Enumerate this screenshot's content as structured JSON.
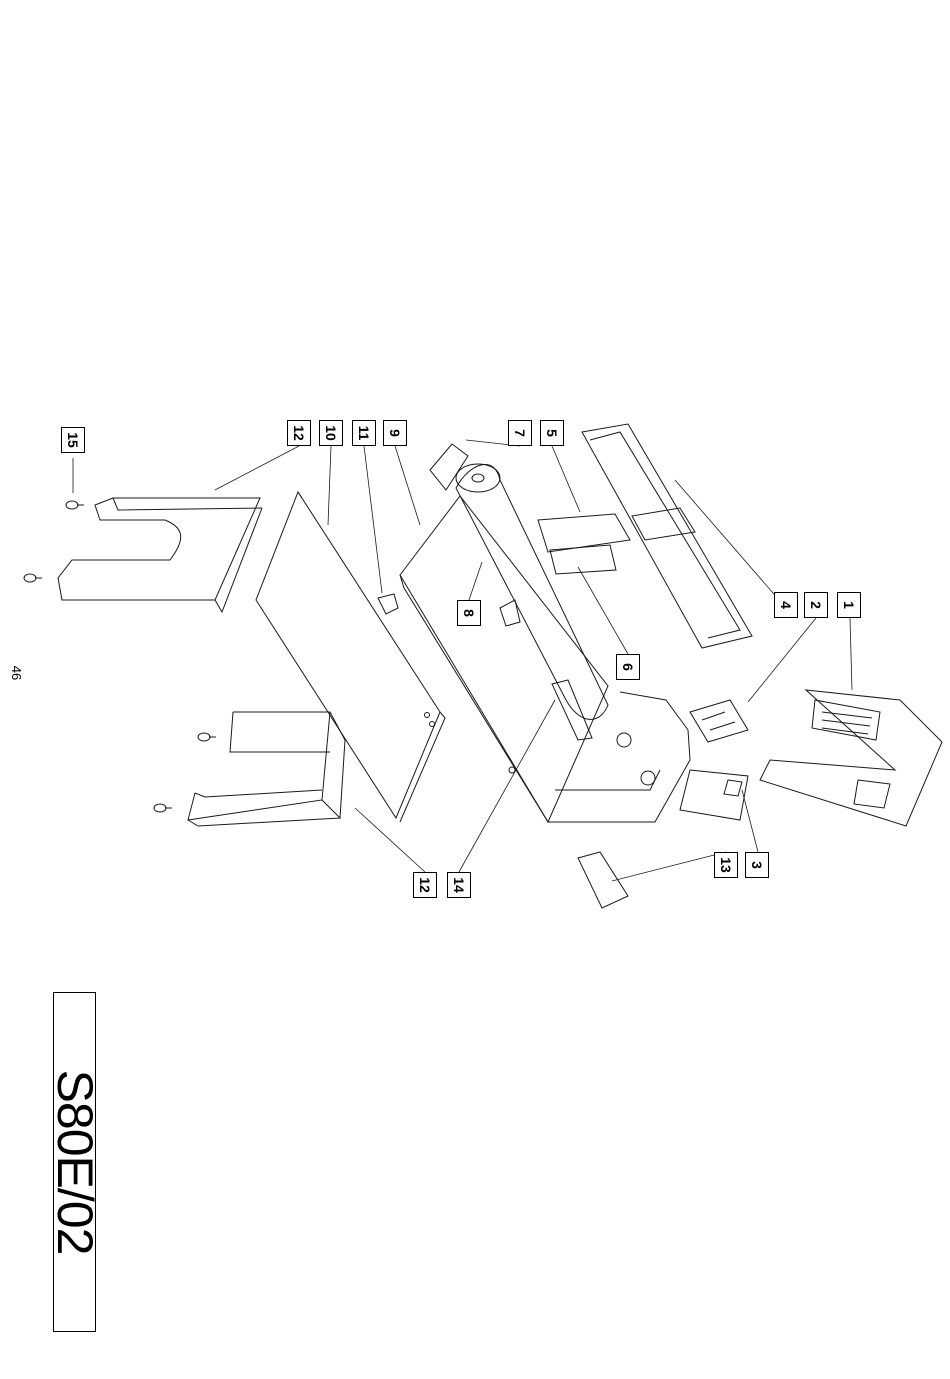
{
  "page_number": "46",
  "title": "S80E/02",
  "callouts": [
    "1",
    "2",
    "3",
    "4",
    "5",
    "6",
    "7",
    "8",
    "9",
    "10",
    "11",
    "12",
    "12",
    "13",
    "14",
    "15"
  ],
  "colors": {
    "line": "#1a1a1a",
    "paper": "#ffffff"
  }
}
